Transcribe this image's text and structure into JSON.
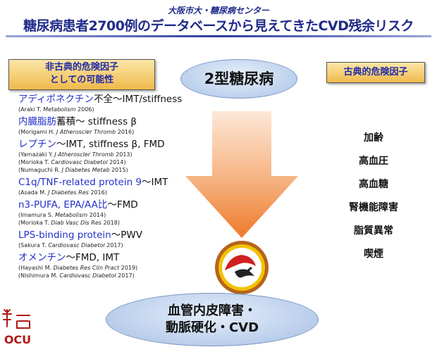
{
  "header": {
    "subtitle": "大阪市大・糖尿病センター",
    "title": "糖尿病患者2700例のデータベースから見えてきたCVD残余リスク"
  },
  "left_box": {
    "line1": "非古典的危険因子",
    "line2": "としての可能性"
  },
  "right_box": {
    "label": "古典的危険因子"
  },
  "top_ellipse": {
    "label": "2型糖尿病"
  },
  "bottom_ellipse": {
    "line1": "血管内皮障害・",
    "line2": "動脈硬化・CVD"
  },
  "non_classical_factors": [
    {
      "blue": "アディポネクチン",
      "rest": "不全～IMT/stiffness",
      "refs": [
        {
          "pre": "(Araki T. ",
          "journal": "Metabolism",
          "post": " 2006)"
        }
      ]
    },
    {
      "blue": "内臓脂肪",
      "rest": "蓄積～ stiffness β",
      "refs": [
        {
          "pre": "(Morigami H. ",
          "journal": "J Atheroscler Thromb",
          "post": " 2016)"
        }
      ]
    },
    {
      "blue": "レプチン",
      "rest": "～IMT, stiffness β, FMD",
      "refs": [
        {
          "pre": "(Yamazaki Y. ",
          "journal": "J Atheroscler Thromb",
          "post": " 2013)"
        },
        {
          "pre": "(Morioka T. ",
          "journal": "Cardiovasc Diabetol",
          "post": " 2014)"
        },
        {
          "pre": "(Numaguchi R. ",
          "journal": "J Diabetes Metab",
          "post": " 2015)"
        }
      ]
    },
    {
      "blue": "C1q/TNF-related protein 9",
      "rest": "～IMT",
      "refs": [
        {
          "pre": "(Asada M. ",
          "journal": "J Diabetes Res",
          "post": " 2016)"
        }
      ]
    },
    {
      "blue": "n3-PUFA, EPA/AA比",
      "rest": "～FMD",
      "refs": [
        {
          "pre": "(Imamura S. ",
          "journal": "Metabolism",
          "post": " 2014)"
        },
        {
          "pre": "(Morioka T. ",
          "journal": "Diab Vasc Dis Res",
          "post": " 2018)"
        }
      ]
    },
    {
      "blue": "LPS-binding protein",
      "rest": "～PWV",
      "refs": [
        {
          "pre": "(Sakura T. ",
          "journal": "Cardiovasc Diabetol",
          "post": " 2017)"
        }
      ]
    },
    {
      "blue": "オメンチン",
      "rest": "～FMD, IMT",
      "refs": [
        {
          "pre": "(Hayashi M. ",
          "journal": "Diabetes Res Clin Pract",
          "post": " 2019)"
        },
        {
          "pre": "(Nishimura M. ",
          "journal": "Cardiovasc Diabetol",
          "post": " 2017)"
        }
      ]
    }
  ],
  "classical_factors": [
    "加齢",
    "高血圧",
    "高血糖",
    "腎機能障害",
    "脂質異常",
    "喫煙"
  ],
  "logo": {
    "text": "OCU"
  },
  "colors": {
    "title": "#1f2a8a",
    "highlight": "#2431c9",
    "box_fill": "#f0b94a",
    "ellipse_fill": "#a9c3e6",
    "arrow_fill": "#f08a3c",
    "emblem_red": "#d02020",
    "logo_red": "#b01818"
  }
}
